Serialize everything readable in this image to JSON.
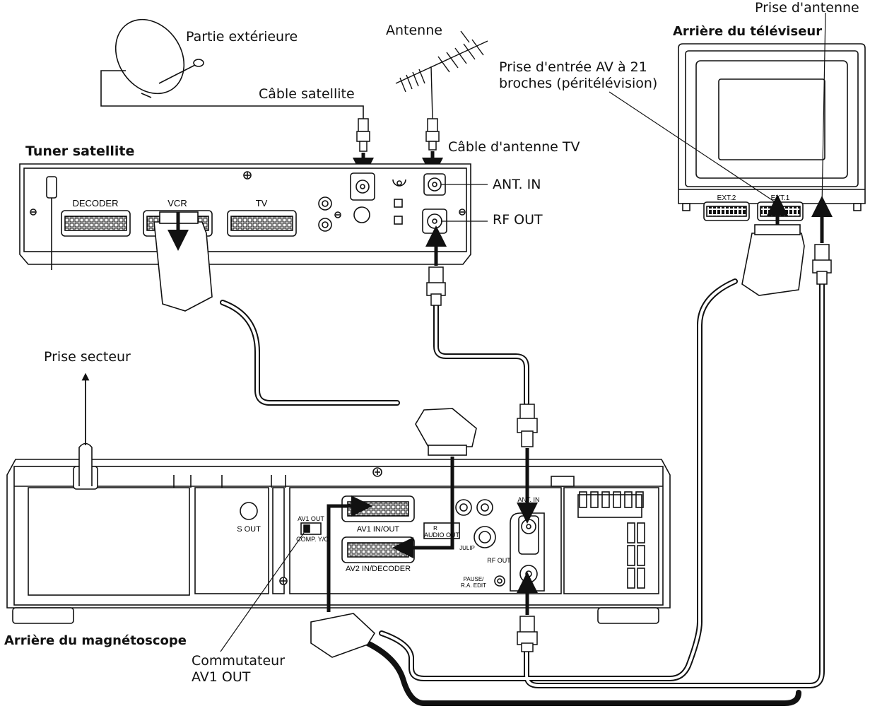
{
  "labels": {
    "outdoor_unit": "Partie extérieure",
    "antenna": "Antenne",
    "satellite_cable": "Câble satellite",
    "tv_antenna_cable": "Câble d'antenne TV",
    "satellite_tuner": "Tuner satellite",
    "ant_in": "ANT. IN",
    "rf_out": "RF OUT",
    "tv_rear": "Arrière du téléviseur",
    "antenna_socket": "Prise d'antenne",
    "av_input_socket": "Prise d'entrée AV à 21\nbroches (péritélévision)",
    "mains_socket": "Prise secteur",
    "vcr_rear": "Arrière du magnétoscope",
    "av1_switch": "Commutateur\nAV1 OUT"
  },
  "tuner_panel": {
    "decoder": "DECODER",
    "vcr": "VCR",
    "tv": "TV"
  },
  "tv_panel": {
    "ext2": "EXT.2",
    "ext1": "EXT.1"
  },
  "vcr_panel": {
    "s_out": "S OUT",
    "av1_out": "AV1 OUT",
    "comp_yc": "COMP. Y/C",
    "av1_in_out": "AV1 IN/OUT",
    "av2_in_decoder": "AV2 IN/DECODER",
    "audio_r": "R",
    "audio_out": "AUDIO OUT",
    "julip": "JULIP",
    "ant_in_small": "ANT. IN",
    "rf_out_small": "RF OUT",
    "pause_edit": "PAUSE/\nR.A. EDIT"
  }
}
